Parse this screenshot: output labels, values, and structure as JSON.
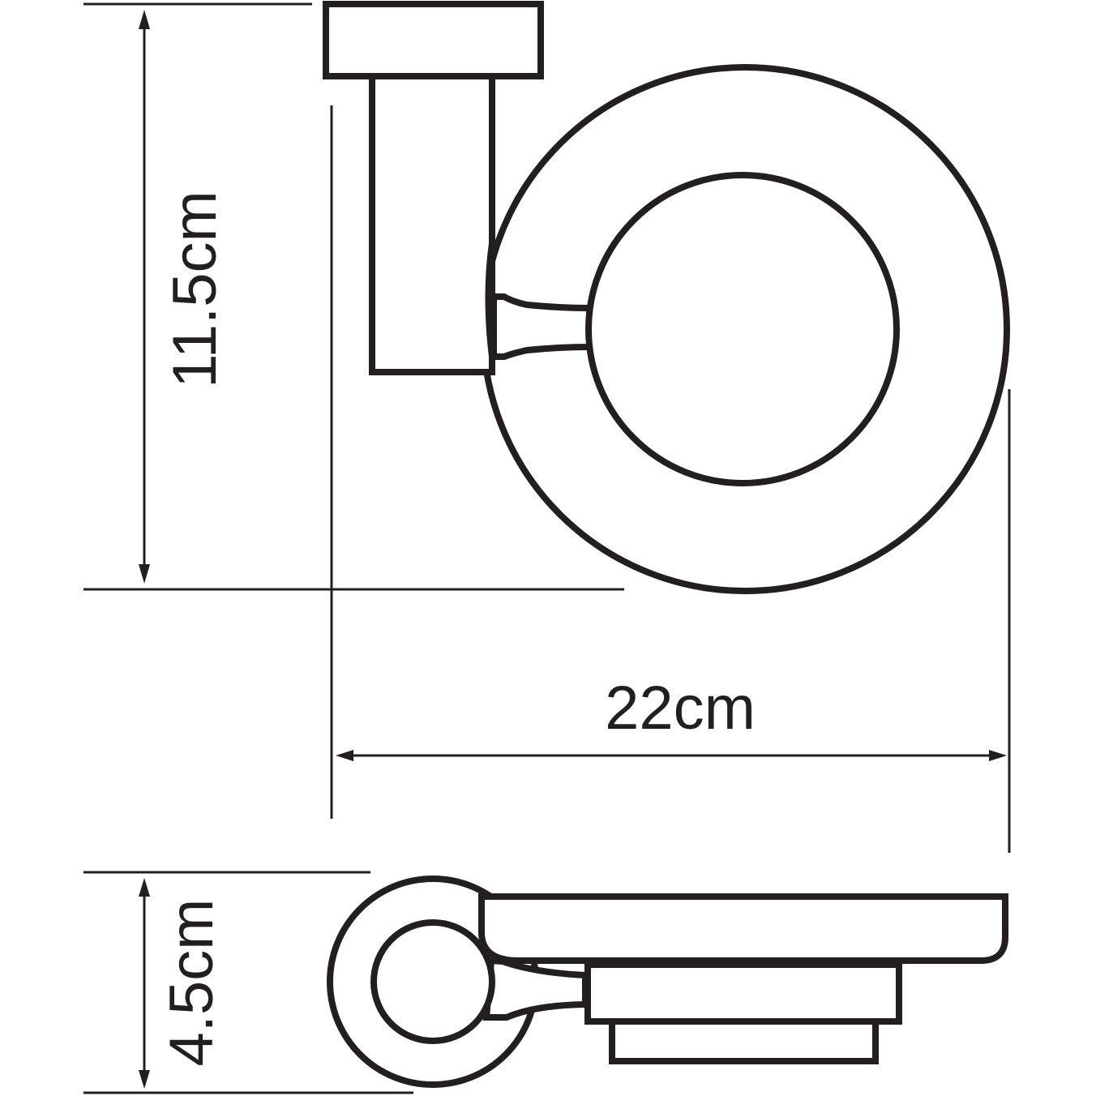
{
  "drawing": {
    "subject": "Wall-mounted soap dish holder",
    "line_color": "#231f20",
    "background_color": "#ffffff",
    "views": [
      {
        "name": "top-view",
        "description": "Round dish with inner circle on wall mount bracket"
      },
      {
        "name": "side-view",
        "description": "Ring holder with flat glass dish"
      }
    ],
    "dimensions": {
      "height_top_view": {
        "value": 11.5,
        "unit": "cm",
        "label": "11.5cm"
      },
      "width": {
        "value": 22,
        "unit": "cm",
        "label": "22cm"
      },
      "height_side_view": {
        "value": 4.5,
        "unit": "cm",
        "label": "4.5cm"
      }
    }
  }
}
